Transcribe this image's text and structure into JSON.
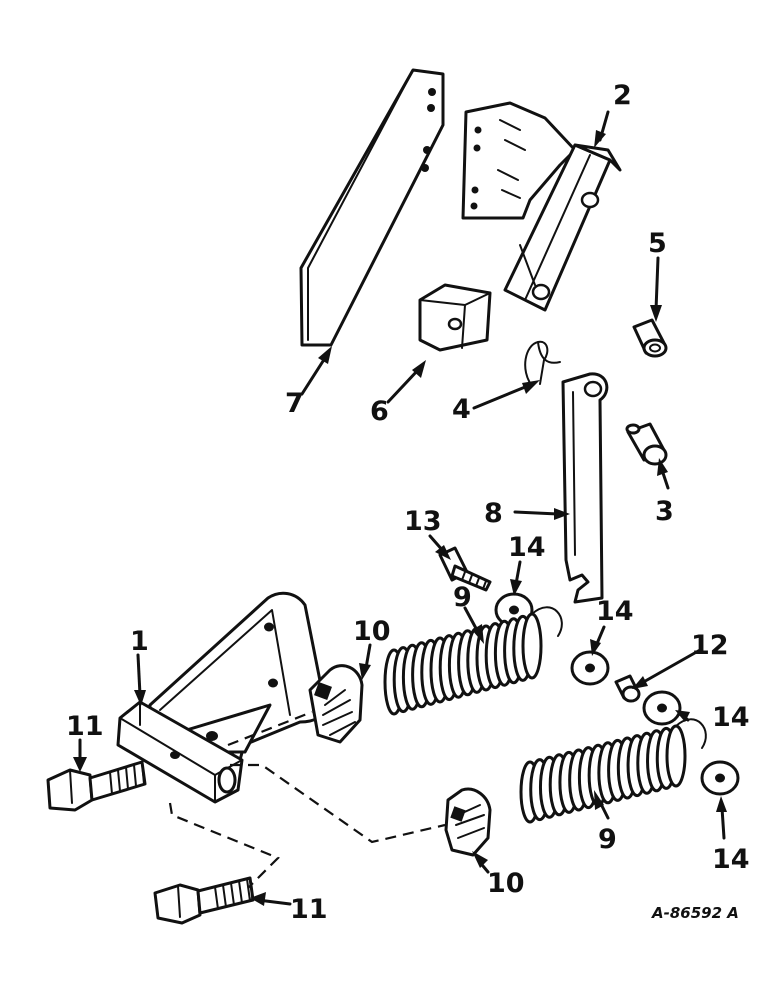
{
  "callouts": [
    {
      "id": "p1",
      "label": "1"
    },
    {
      "id": "p2",
      "label": "2"
    },
    {
      "id": "p3",
      "label": "3"
    },
    {
      "id": "p4",
      "label": "4"
    },
    {
      "id": "p5",
      "label": "5"
    },
    {
      "id": "p6",
      "label": "6"
    },
    {
      "id": "p7",
      "label": "7"
    },
    {
      "id": "p8",
      "label": "8"
    },
    {
      "id": "p9a",
      "label": "9"
    },
    {
      "id": "p9b",
      "label": "9"
    },
    {
      "id": "p10a",
      "label": "10"
    },
    {
      "id": "p10b",
      "label": "10"
    },
    {
      "id": "p11a",
      "label": "11"
    },
    {
      "id": "p11b",
      "label": "11"
    },
    {
      "id": "p12",
      "label": "12"
    },
    {
      "id": "p13",
      "label": "13"
    },
    {
      "id": "p14a",
      "label": "14"
    },
    {
      "id": "p14b",
      "label": "14"
    },
    {
      "id": "p14c",
      "label": "14"
    },
    {
      "id": "p14d",
      "label": "14"
    }
  ],
  "drawing_reference": "A-86592 A"
}
